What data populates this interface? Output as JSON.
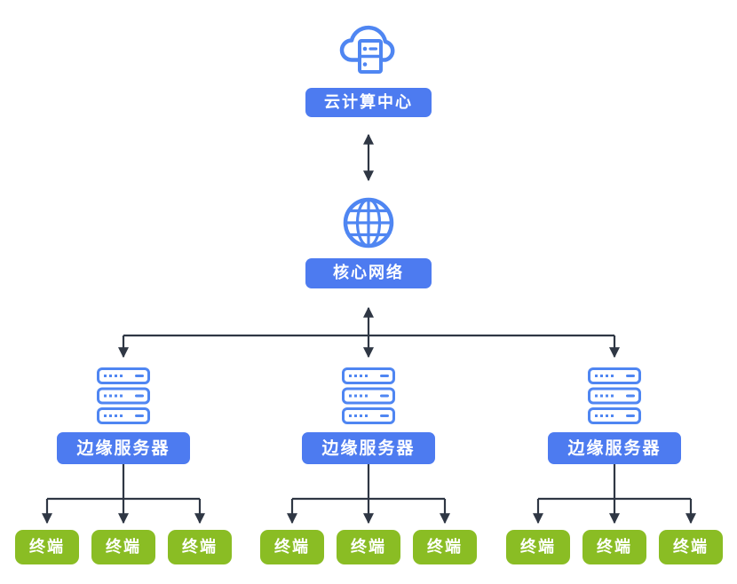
{
  "colors": {
    "background": "#ffffff",
    "node_blue": "#4d7bf0",
    "icon_blue": "#4f86f2",
    "terminal_green": "#8abd24",
    "connector": "#2f3744",
    "label_text": "#ffffff"
  },
  "diagram": {
    "nodes": {
      "cloud": {
        "label": "云计算中心",
        "icon": "cloud-server-icon"
      },
      "network": {
        "label": "核心网络",
        "icon": "globe-icon"
      }
    },
    "edge_groups": [
      {
        "label": "边缘服务器",
        "icon": "server-rack-icon",
        "terminals": [
          "终端",
          "终端",
          "终端"
        ]
      },
      {
        "label": "边缘服务器",
        "icon": "server-rack-icon",
        "terminals": [
          "终端",
          "终端",
          "终端"
        ]
      },
      {
        "label": "边缘服务器",
        "icon": "server-rack-icon",
        "terminals": [
          "终端",
          "终端",
          "终端"
        ]
      }
    ]
  }
}
